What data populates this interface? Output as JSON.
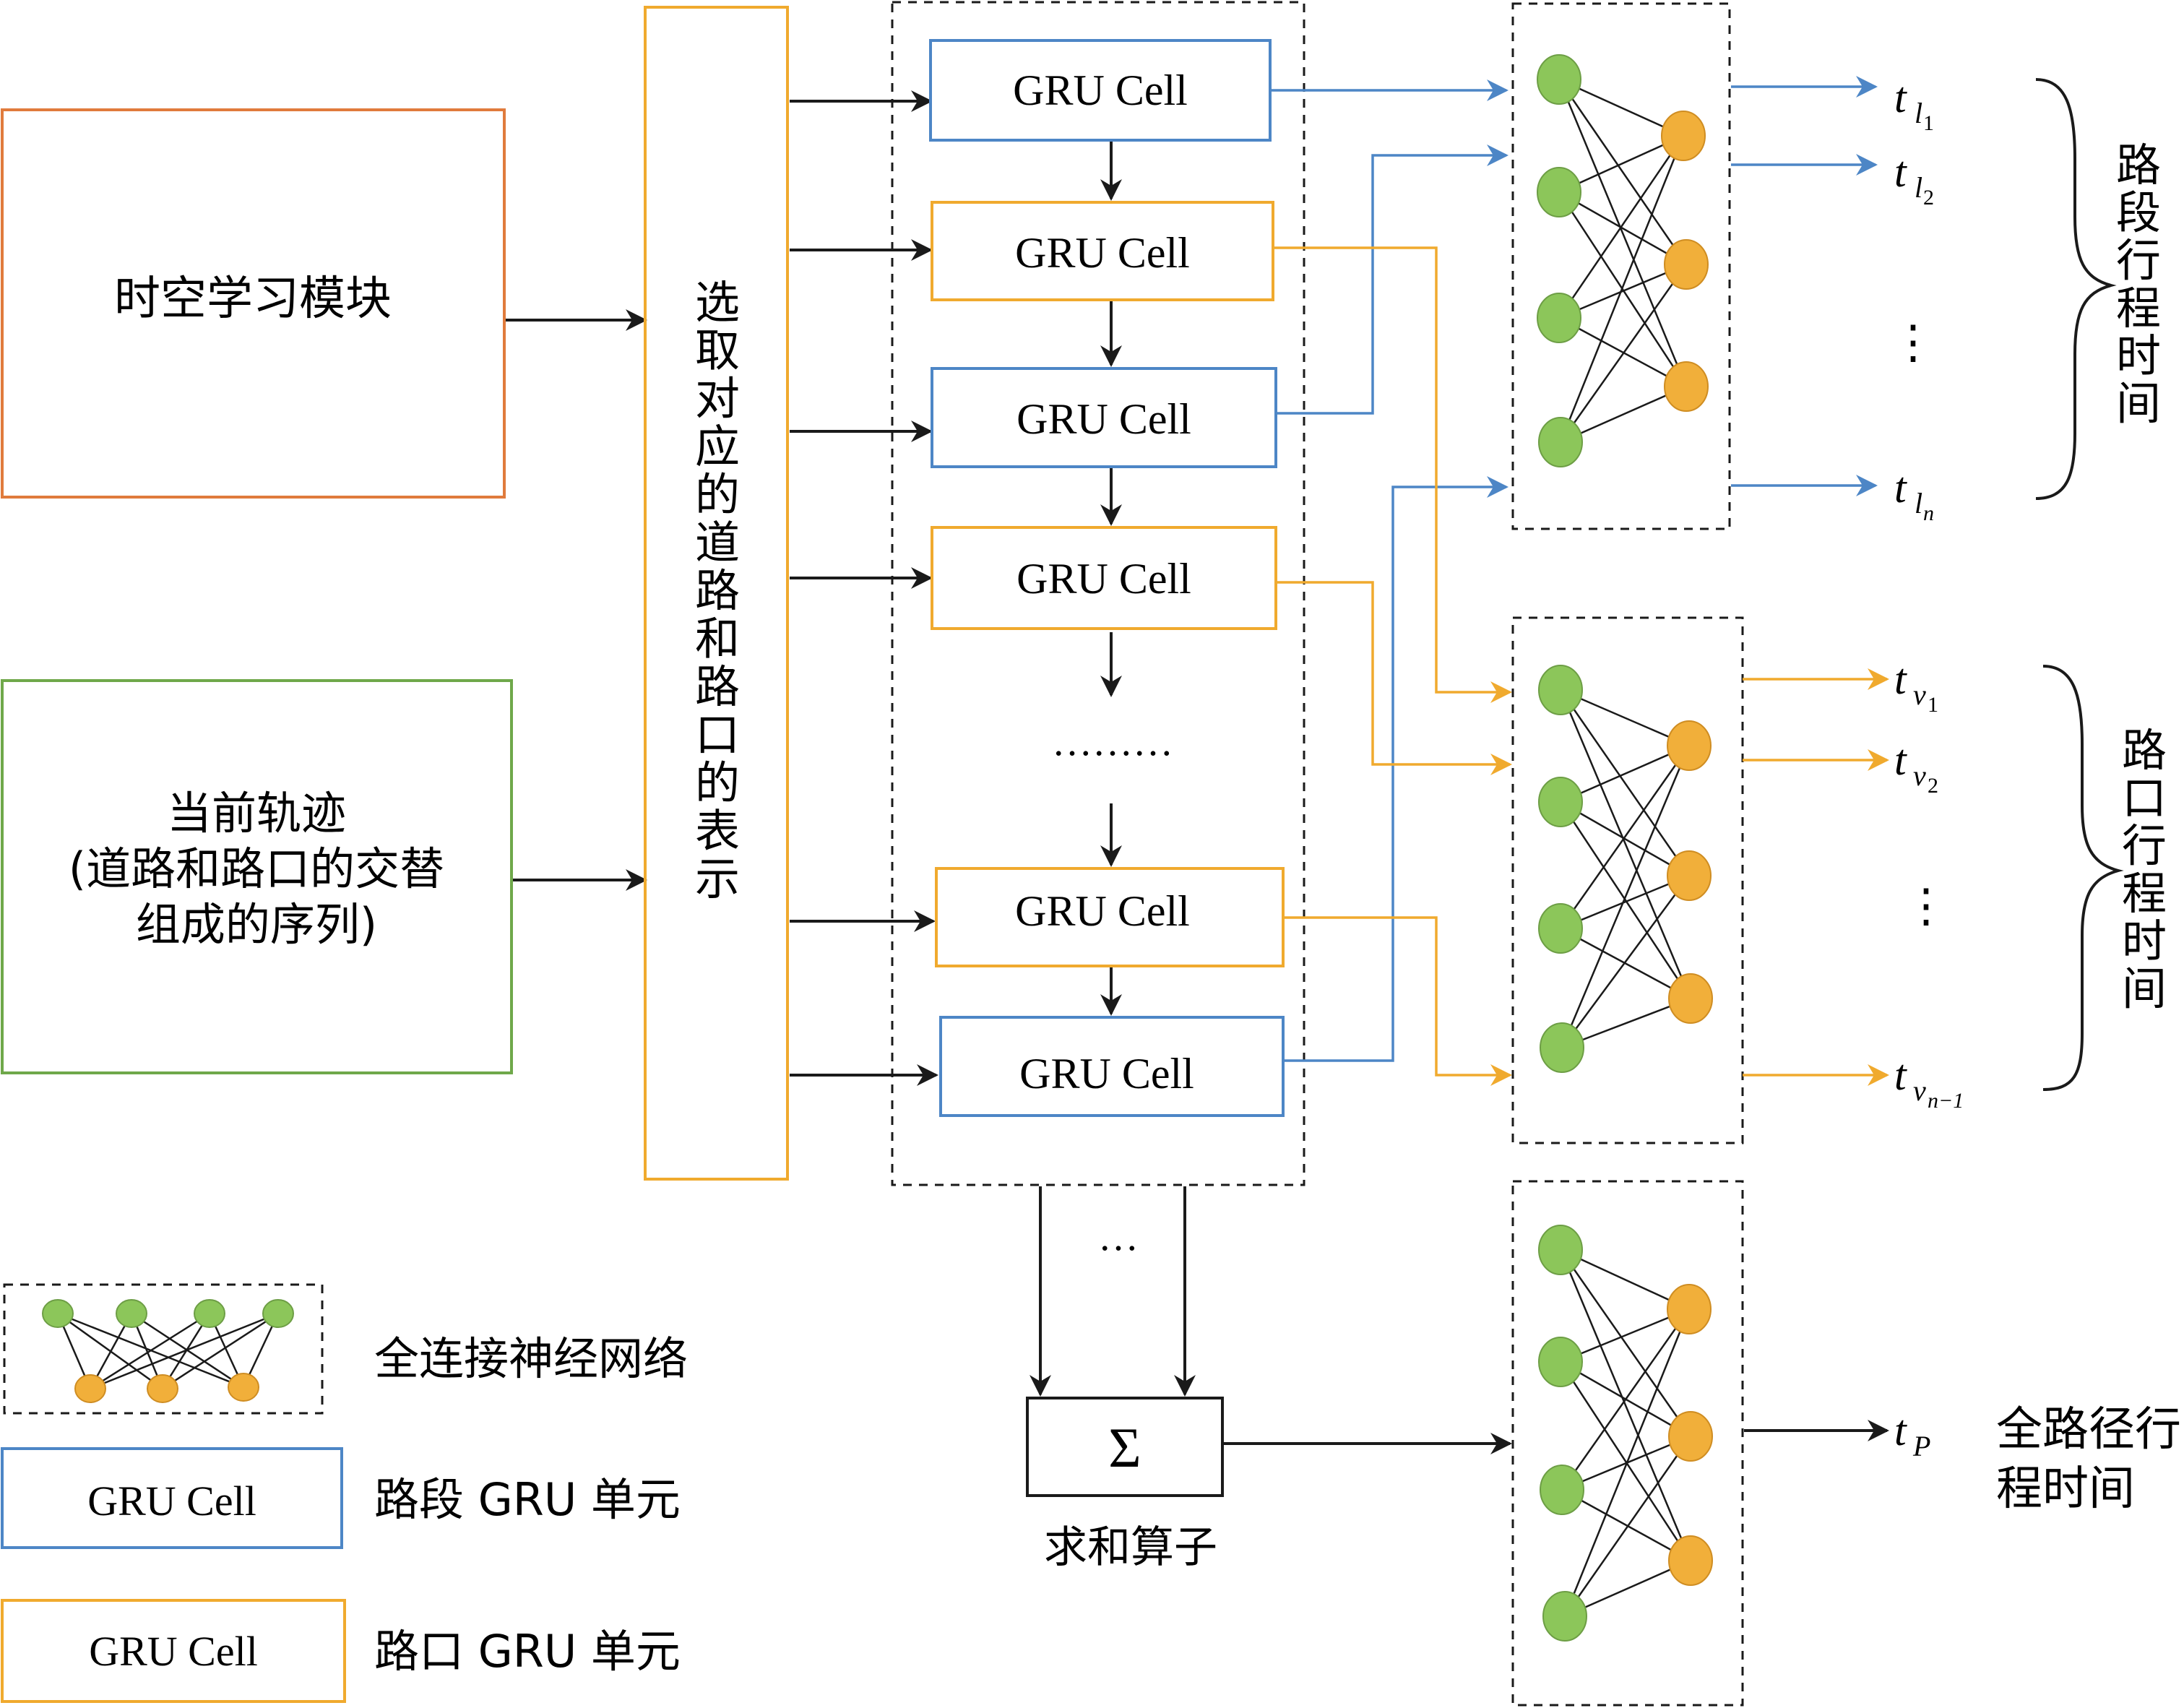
{
  "colors": {
    "blue": "#4d86c6",
    "orange": "#f0aa2e",
    "green_node": "#8cc65a",
    "orange_node": "#f1af3a",
    "module_border": "#e07b3c",
    "traj_border": "#6fa84a",
    "line": "#1a1a1a"
  },
  "spatiotemporal_module": {
    "label": "时空学习模块"
  },
  "trajectory": {
    "line1": "当前轨迹",
    "line2": "(道路和路口的交替",
    "line3": "组成的序列)"
  },
  "selector": {
    "label": "选取对应的道路和路口的表示"
  },
  "gru_cells": [
    {
      "label": "GRU Cell",
      "type": "segment"
    },
    {
      "label": "GRU Cell",
      "type": "intersection"
    },
    {
      "label": "GRU Cell",
      "type": "segment"
    },
    {
      "label": "GRU Cell",
      "type": "intersection"
    },
    {
      "label": "GRU Cell",
      "type": "intersection"
    },
    {
      "label": "GRU Cell",
      "type": "segment"
    }
  ],
  "gru_ellipsis": "………",
  "bottom_ellipsis": "…",
  "sum_operator": {
    "symbol": "Σ",
    "caption": "求和算子"
  },
  "segment_outputs": [
    {
      "t": "t",
      "sub": "l",
      "subsub": "1"
    },
    {
      "t": "t",
      "sub": "l",
      "subsub": "2"
    },
    {
      "t": "t",
      "sub": "l",
      "subsub": "n"
    }
  ],
  "intersection_outputs": [
    {
      "t": "t",
      "sub": "v",
      "subsub": "1"
    },
    {
      "t": "t",
      "sub": "v",
      "subsub": "2"
    },
    {
      "t": "t",
      "sub": "v",
      "subsub": "n−1"
    }
  ],
  "path_output": {
    "t": "t",
    "sub": "P"
  },
  "vertical_dots": "⋮",
  "segment_time_label": "路段行程时间",
  "intersection_time_label": "路口行程时间",
  "path_time_label": {
    "line1": "全路径行",
    "line2": "程时间"
  },
  "legend": {
    "fc_label": "全连接神经网络",
    "segment_cell": "GRU Cell",
    "segment_label": "路段 GRU 单元",
    "intersection_cell": "GRU Cell",
    "intersection_label": "路口 GRU 单元"
  }
}
